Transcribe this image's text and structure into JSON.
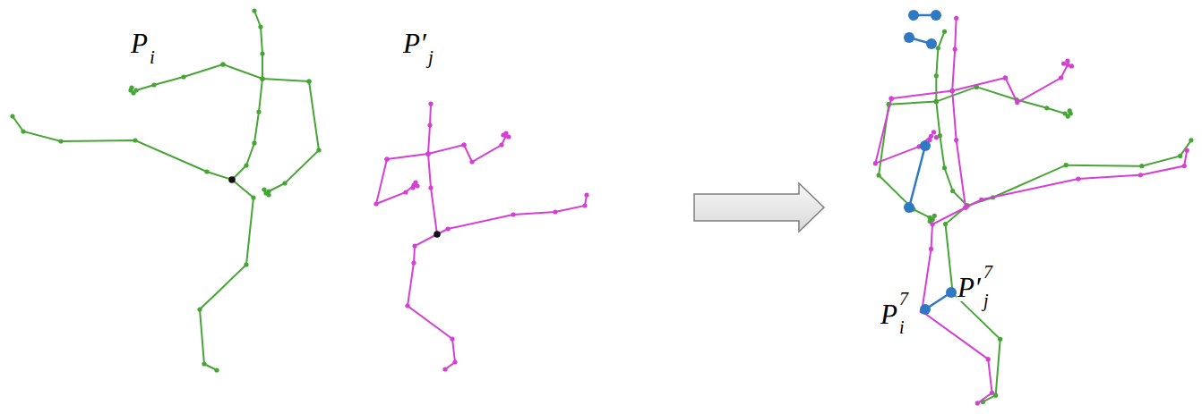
{
  "diagram": {
    "labels": [
      "P",
      "i",
      "P′",
      "j",
      "P",
      "7",
      "i",
      "P′",
      "7",
      "j"
    ]
  }
}
